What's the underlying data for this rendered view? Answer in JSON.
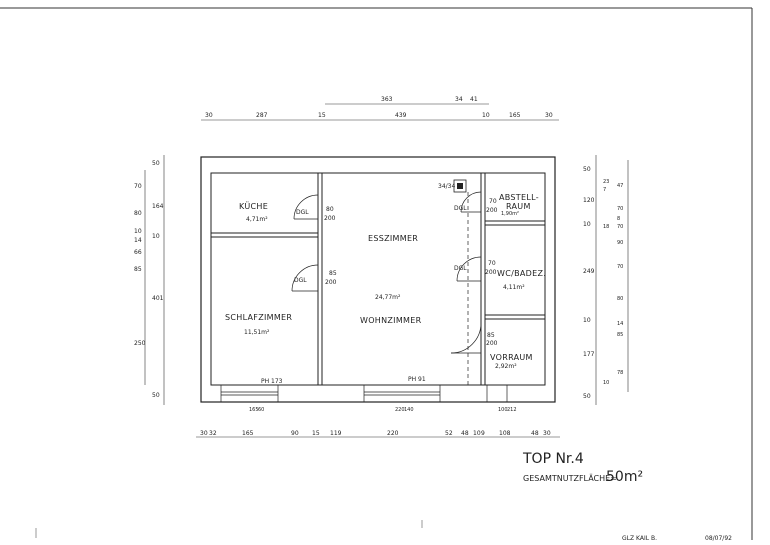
{
  "title": {
    "top": "TOP Nr.4",
    "area_label": "GESAMTNUTZFLÄCHE=",
    "area_value": "50m²"
  },
  "rooms": [
    {
      "name": "KÜCHE",
      "area": "4,71m²"
    },
    {
      "name": "ESSZIMMER",
      "area": "24,77m²"
    },
    {
      "name": "WOHNZIMMER",
      "area": ""
    },
    {
      "name": "SCHLAFZIMMER",
      "area": "11,51m²"
    },
    {
      "name": "ABSTELL-",
      "name2": "RAUM",
      "area": "1,90m²"
    },
    {
      "name": "WC/BADEZ.",
      "area": "4,11m²"
    },
    {
      "name": "VORRAUM",
      "area": "2,92m²"
    }
  ],
  "doors": [
    {
      "label": "DGL",
      "w": "80",
      "h": "200"
    },
    {
      "label": "DGL",
      "w": "85",
      "h": "200"
    },
    {
      "label": "DGL",
      "w": "70",
      "h": "200"
    },
    {
      "label": "DGL",
      "w": "70",
      "h": "200"
    },
    {
      "label": "",
      "w": "85",
      "h": "200"
    }
  ],
  "window_labels": [
    "PH 173",
    "PH 91"
  ],
  "chimney": "34/34",
  "dims_top_upper": [
    "363",
    "34",
    "41"
  ],
  "dims_top_lower": [
    "30",
    "287",
    "15",
    "439",
    "10",
    "165",
    "30"
  ],
  "dims_bottom": [
    "30",
    "32",
    "165",
    "90",
    "15",
    "119",
    "220",
    "52",
    "48",
    "10",
    "9",
    "108",
    "48",
    "30"
  ],
  "dims_window": [
    "165",
    "60",
    "220",
    "140",
    "100",
    "212"
  ],
  "dims_left_outer": [
    "50",
    "164",
    "10",
    "401",
    "50"
  ],
  "dims_left_inner": [
    "70",
    "80",
    "10",
    "14",
    "66",
    "85",
    "250"
  ],
  "dims_right_inner": [
    "50",
    "120",
    "10",
    "249",
    "10",
    "177",
    "50"
  ],
  "dims_right_outer": [
    "23",
    "7",
    "47",
    "70",
    "8",
    "70",
    "18",
    "90",
    "70",
    "80",
    "85",
    "14",
    "10",
    "78"
  ],
  "footer": {
    "drawn_by": "GLZ  KAIL B.",
    "date": "08/07/92"
  }
}
